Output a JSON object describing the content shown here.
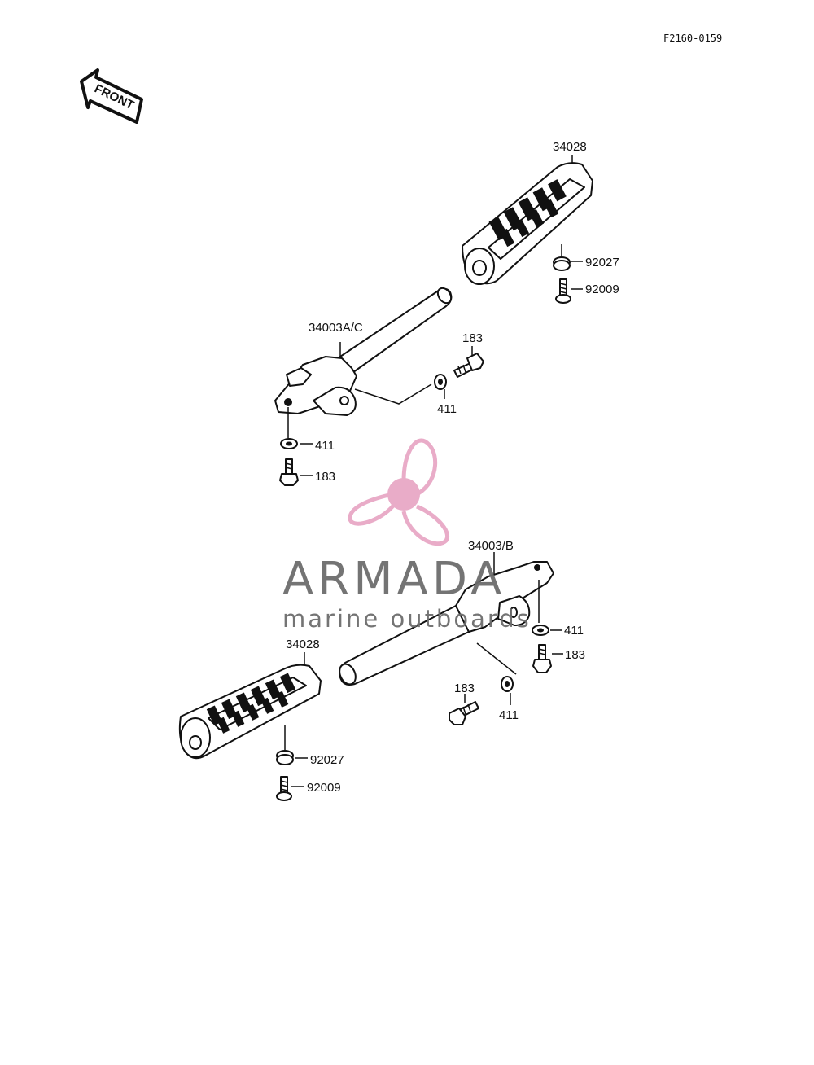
{
  "drawing_code": "F2160-0159",
  "front_label": "FRONT",
  "parts": {
    "footpeg_rubber_upper": "34028",
    "footpeg_rubber_lower": "34028",
    "footpeg_left": "34003A/C",
    "footpeg_right": "34003/B",
    "collar_upper": "92027",
    "collar_lower": "92027",
    "screw_upper": "92009",
    "screw_lower": "92009",
    "bolt_a": "183",
    "bolt_b": "183",
    "bolt_c": "183",
    "bolt_d": "183",
    "washer_a": "411",
    "washer_b": "411",
    "washer_c": "411",
    "washer_d": "411"
  },
  "watermark": {
    "brand": "ARMADA",
    "tagline": "marine outboards",
    "pink": "#e8a8c6",
    "gray": "#6d6d6d"
  }
}
